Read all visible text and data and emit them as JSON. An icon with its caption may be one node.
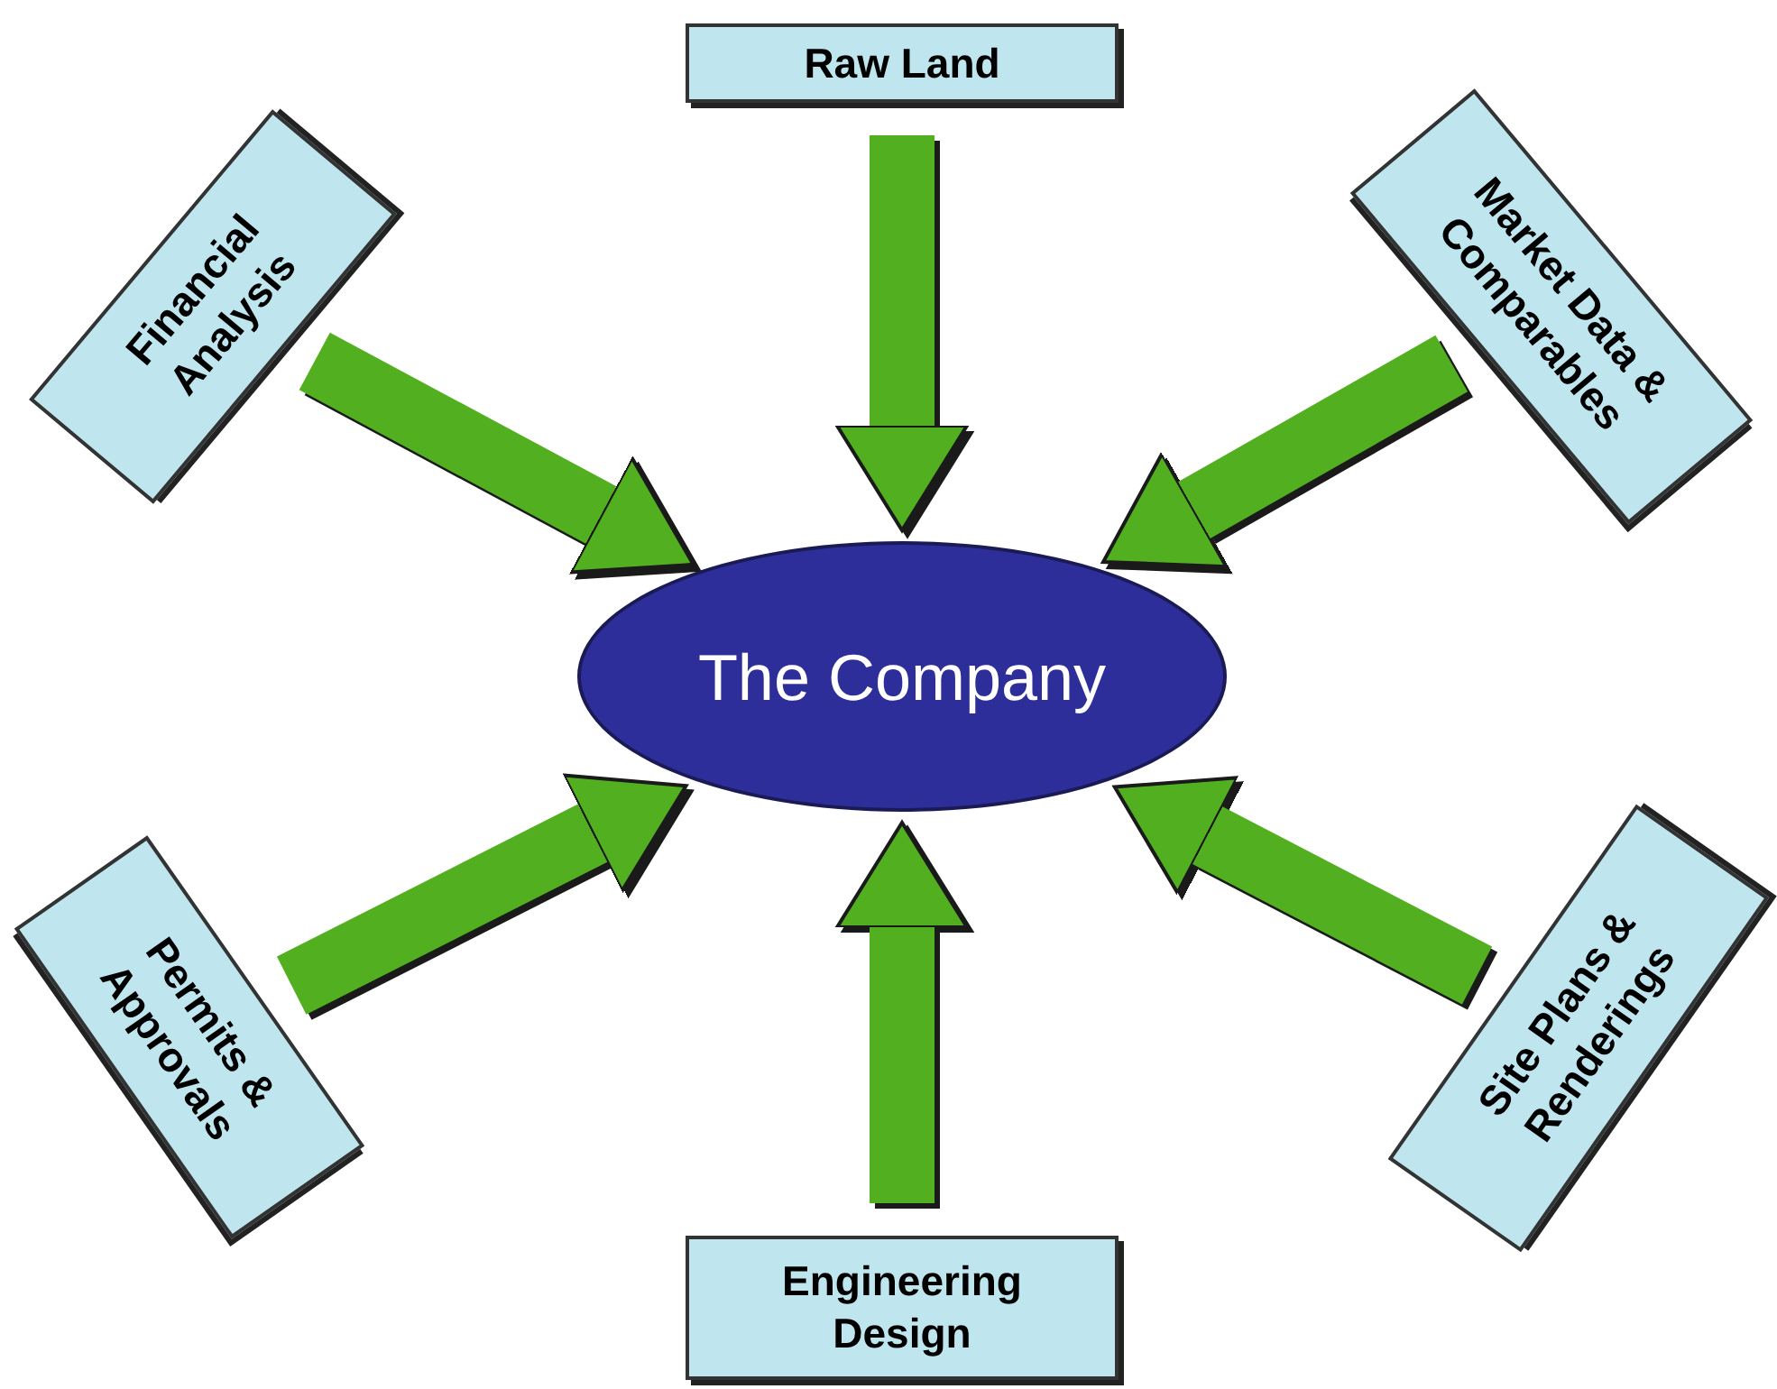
{
  "diagram": {
    "nodes": [
      {
        "text": [
          "Raw Land"
        ]
      },
      {
        "text": [
          "Financial Analysis"
        ]
      },
      {
        "text": [
          "Market Data & Comparables"
        ]
      },
      {
        "text": [
          "The Company"
        ]
      },
      {
        "text": [
          "Permits & Approvals"
        ]
      },
      {
        "text": [
          "Site Plans & Renderings"
        ]
      },
      {
        "text": [
          "Engineering Design"
        ]
      }
    ],
    "edges": [
      {
        "from": 0,
        "to": 3,
        "arrow": "to"
      },
      {
        "from": 1,
        "to": 3,
        "arrow": "to"
      },
      {
        "from": 2,
        "to": 3,
        "arrow": "to"
      },
      {
        "from": 4,
        "to": 3,
        "arrow": "to"
      },
      {
        "from": 5,
        "to": 3,
        "arrow": "to"
      },
      {
        "from": 6,
        "to": 3,
        "arrow": "to"
      }
    ]
  }
}
